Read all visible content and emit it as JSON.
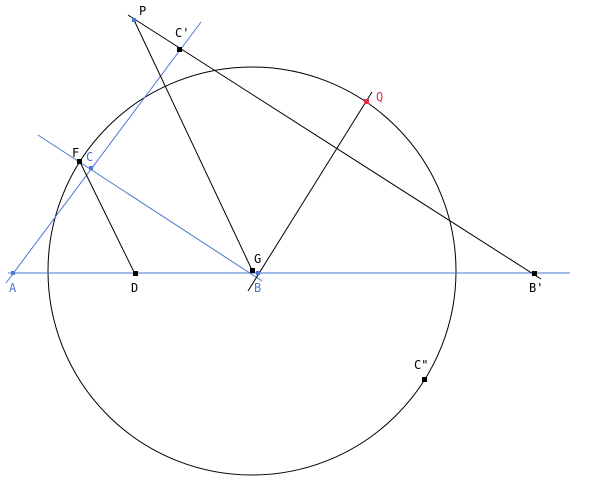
{
  "colors": {
    "black": "#000000",
    "blue": "#4a78d0",
    "red": "#e0304a"
  },
  "labels": {
    "A": "A",
    "B": "B",
    "B_prime": "B'",
    "C": "C",
    "C_prime": "C'",
    "C_double_prime": "C\"",
    "D": "D",
    "F": "F",
    "G": "G",
    "P": "P",
    "Q": "Q"
  }
}
